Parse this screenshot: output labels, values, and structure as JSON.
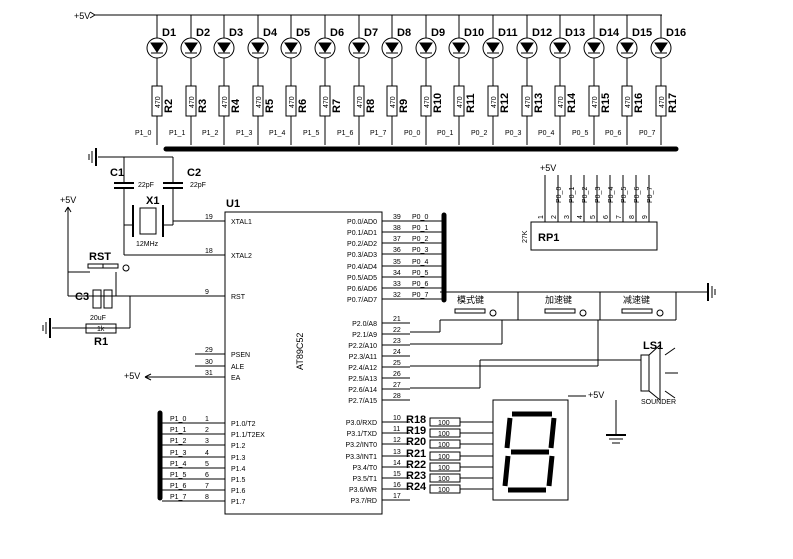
{
  "vcc_label": "+5V",
  "leds": {
    "labels": [
      "D1",
      "D2",
      "D3",
      "D4",
      "D5",
      "D6",
      "D7",
      "D8",
      "D9",
      "D10",
      "D11",
      "D12",
      "D13",
      "D14",
      "D15",
      "D16"
    ],
    "resistors": [
      "R2",
      "R3",
      "R4",
      "R5",
      "R6",
      "R7",
      "R8",
      "R9",
      "R10",
      "R11",
      "R12",
      "R13",
      "R14",
      "R15",
      "R16",
      "R17"
    ],
    "resistor_value": "470",
    "nets": [
      "P1_0",
      "P1_1",
      "P1_2",
      "P1_3",
      "P1_4",
      "P1_5",
      "P1_6",
      "P1_7",
      "P0_0",
      "P0_1",
      "P0_2",
      "P0_3",
      "P0_4",
      "P0_5",
      "P0_6",
      "P0_7"
    ]
  },
  "crystal": {
    "c1": "C1",
    "c2": "C2",
    "cap_value": "22pF",
    "x1": "X1",
    "freq": "12MHz"
  },
  "reset": {
    "rst": "RST",
    "c3": "C3",
    "c3_value": "20uF",
    "r1": "R1",
    "r1_value": "1k"
  },
  "mcu": {
    "ref": "U1",
    "part": "AT89C52",
    "left_pins": [
      {
        "num": "19",
        "name": "XTAL1"
      },
      {
        "num": "18",
        "name": "XTAL2"
      },
      {
        "num": "9",
        "name": "RST"
      },
      {
        "num": "29",
        "name": "PSEN"
      },
      {
        "num": "30",
        "name": "ALE"
      },
      {
        "num": "31",
        "name": "EA"
      },
      {
        "num": "1",
        "name": "P1.0/T2"
      },
      {
        "num": "2",
        "name": "P1.1/T2EX"
      },
      {
        "num": "3",
        "name": "P1.2"
      },
      {
        "num": "4",
        "name": "P1.3"
      },
      {
        "num": "5",
        "name": "P1.4"
      },
      {
        "num": "6",
        "name": "P1.5"
      },
      {
        "num": "7",
        "name": "P1.6"
      },
      {
        "num": "8",
        "name": "P1.7"
      }
    ],
    "right_pins": [
      {
        "num": "39",
        "name": "P0.0/AD0"
      },
      {
        "num": "38",
        "name": "P0.1/AD1"
      },
      {
        "num": "37",
        "name": "P0.2/AD2"
      },
      {
        "num": "36",
        "name": "P0.3/AD3"
      },
      {
        "num": "35",
        "name": "P0.4/AD4"
      },
      {
        "num": "34",
        "name": "P0.5/AD5"
      },
      {
        "num": "33",
        "name": "P0.6/AD6"
      },
      {
        "num": "32",
        "name": "P0.7/AD7"
      },
      {
        "num": "21",
        "name": "P2.0/A8"
      },
      {
        "num": "22",
        "name": "P2.1/A9"
      },
      {
        "num": "23",
        "name": "P2.2/A10"
      },
      {
        "num": "24",
        "name": "P2.3/A11"
      },
      {
        "num": "25",
        "name": "P2.4/A12"
      },
      {
        "num": "26",
        "name": "P2.5/A13"
      },
      {
        "num": "27",
        "name": "P2.6/A14"
      },
      {
        "num": "28",
        "name": "P2.7/A15"
      },
      {
        "num": "10",
        "name": "P3.0/RXD"
      },
      {
        "num": "11",
        "name": "P3.1/TXD"
      },
      {
        "num": "12",
        "name": "P3.2/INT0"
      },
      {
        "num": "13",
        "name": "P3.3/INT1"
      },
      {
        "num": "14",
        "name": "P3.4/T0"
      },
      {
        "num": "15",
        "name": "P3.5/T1"
      },
      {
        "num": "16",
        "name": "P3.6/WR"
      },
      {
        "num": "17",
        "name": "P3.7/RD"
      }
    ]
  },
  "p0_nets": [
    "P0_0",
    "P0_1",
    "P0_2",
    "P0_3",
    "P0_4",
    "P0_5",
    "P0_6",
    "P0_7"
  ],
  "p1_nets": [
    "P1_0",
    "P1_1",
    "P1_2",
    "P1_3",
    "P1_4",
    "P1_5",
    "P1_6",
    "P1_7"
  ],
  "rp1": {
    "ref": "RP1",
    "value": "27K",
    "pins": [
      "1",
      "2",
      "3",
      "4",
      "5",
      "6",
      "7",
      "8",
      "9"
    ],
    "nets": [
      "P0_0",
      "P0_1",
      "P0_2",
      "P0_3",
      "P0_4",
      "P0_5",
      "P0_6",
      "P0_7"
    ]
  },
  "keys": {
    "mode": "模式键",
    "add": "加速键",
    "sub": "减速键"
  },
  "sounder": {
    "ref": "LS1",
    "label": "SOUNDER"
  },
  "seg_resistors": {
    "labels": [
      "R18",
      "R19",
      "R20",
      "R21",
      "R22",
      "R23",
      "R24"
    ],
    "value": "100"
  },
  "ui": {
    "bus_color": "#000000",
    "ink": "#000000",
    "background": "#ffffff"
  }
}
